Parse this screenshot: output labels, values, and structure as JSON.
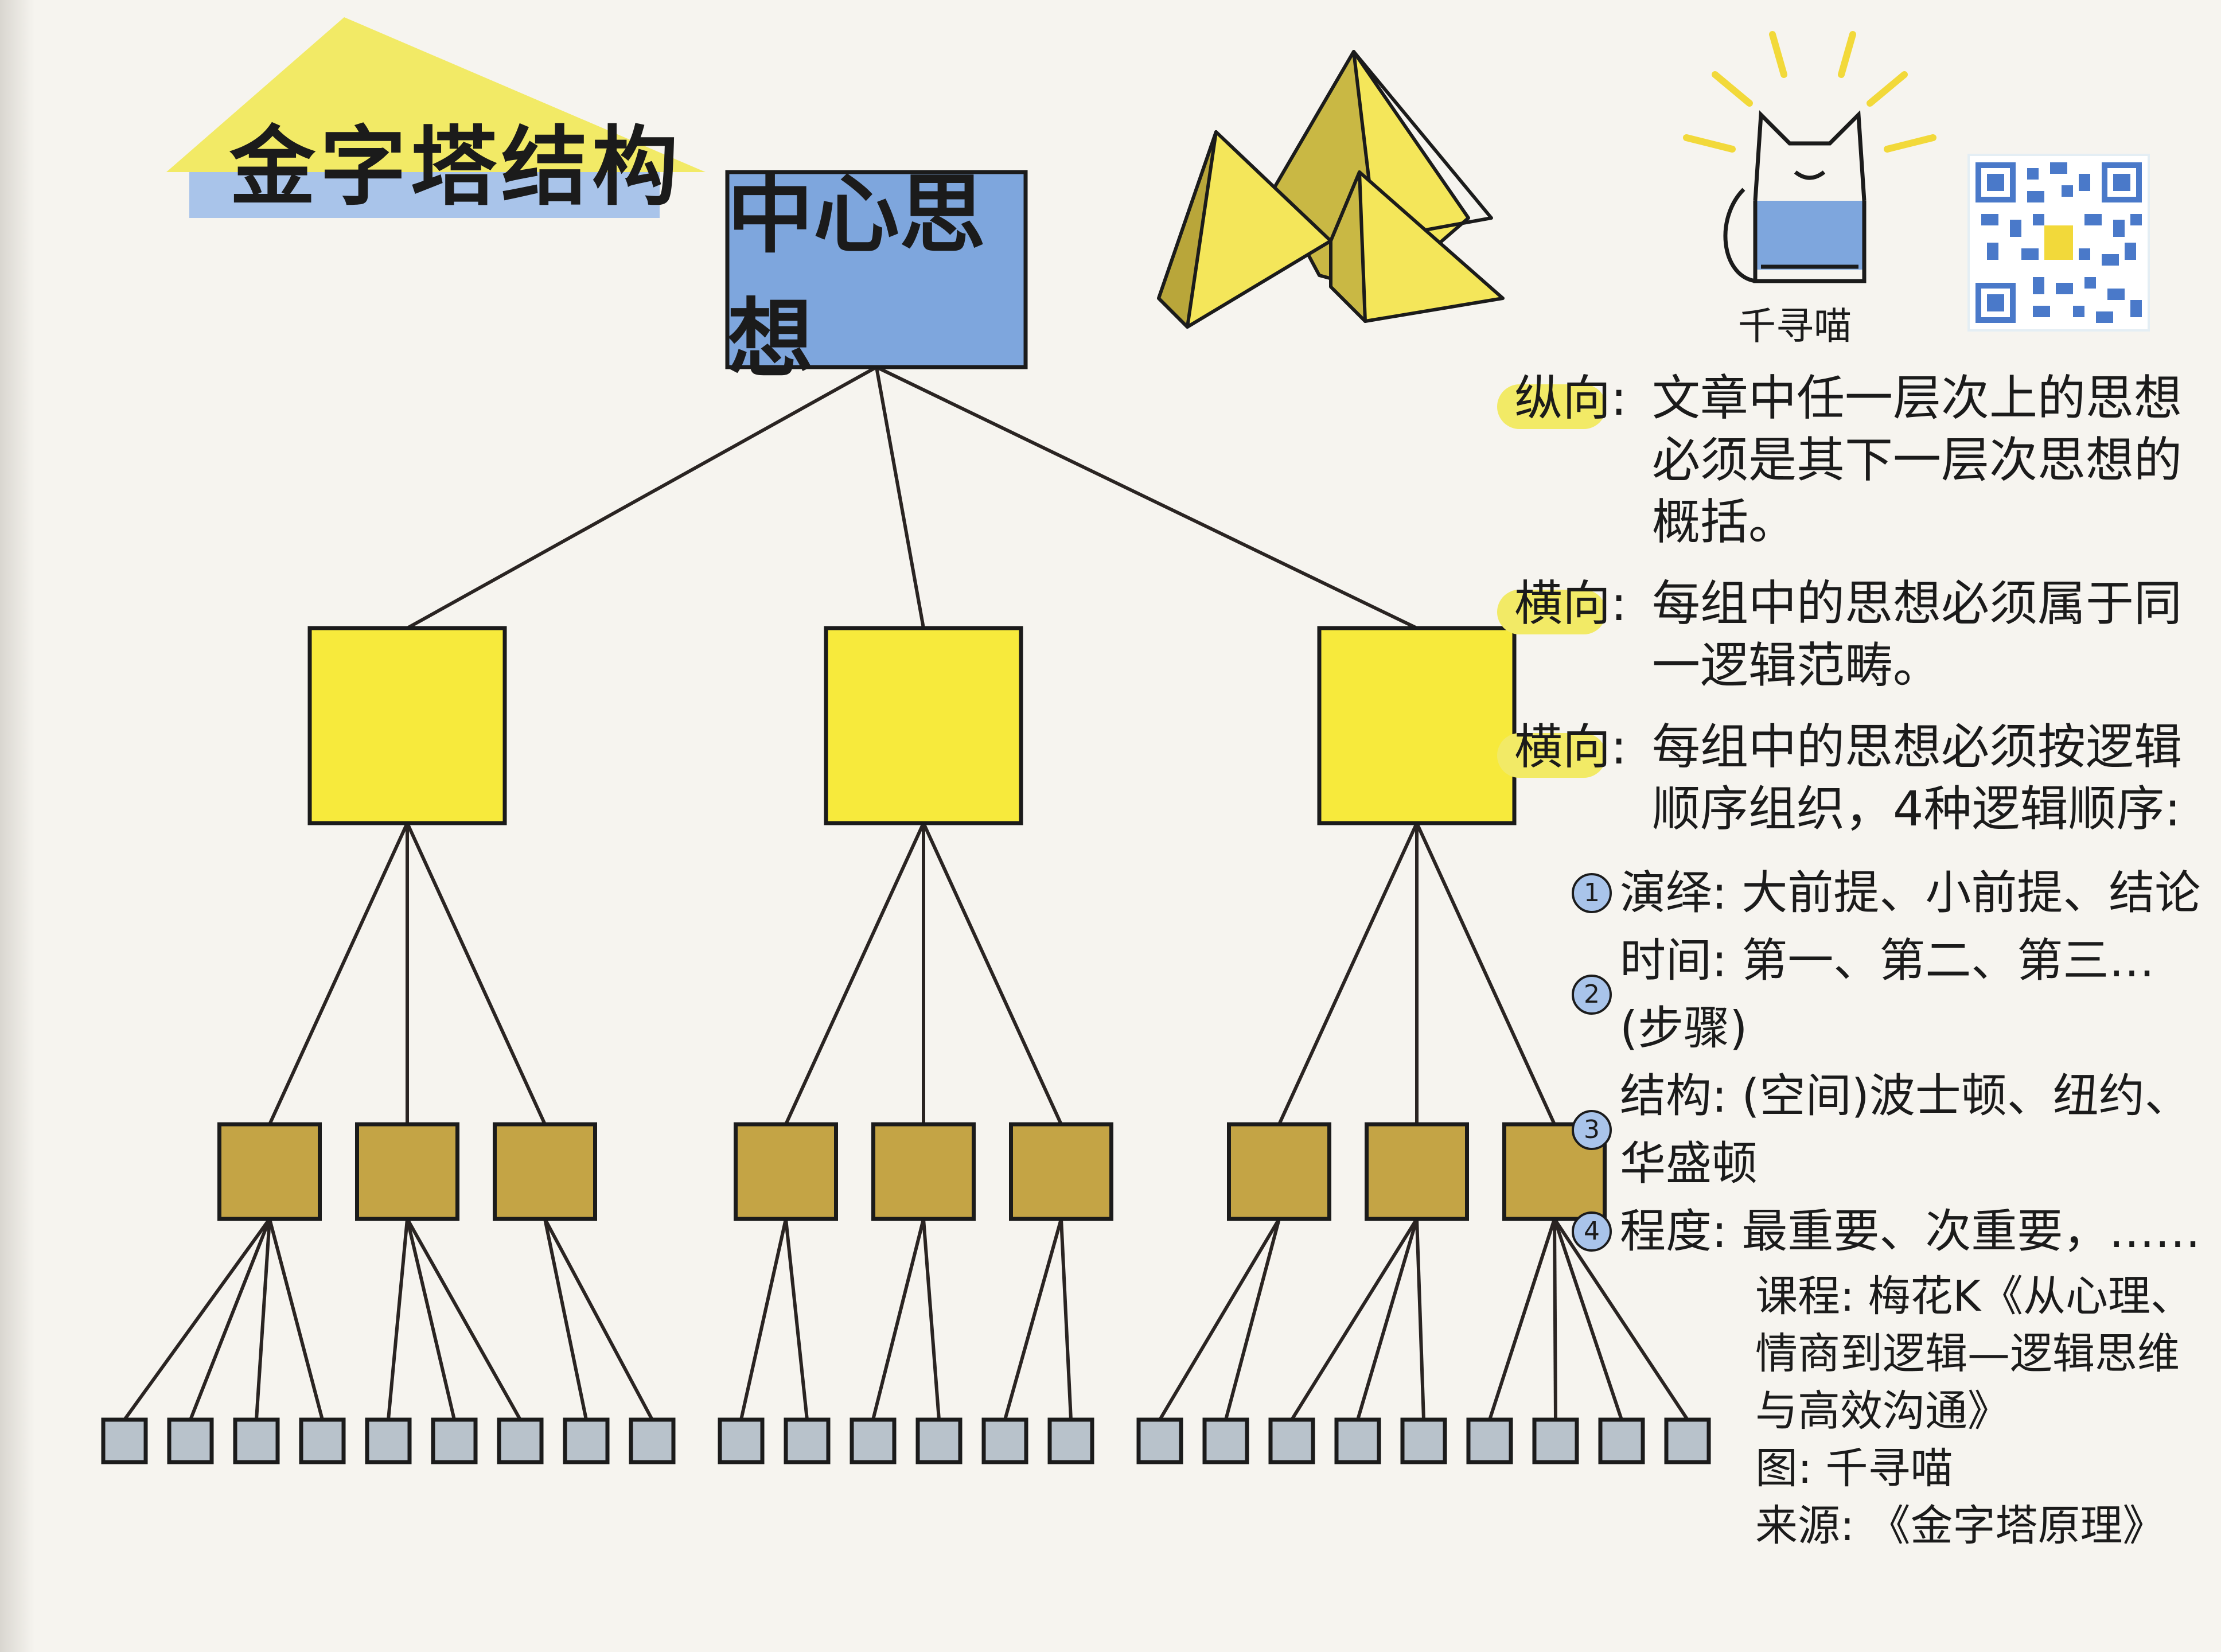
{
  "title": "金字塔结构",
  "diagram": {
    "center_node": "中心思想",
    "level1_count": 3,
    "level2_counts": [
      3,
      3,
      3
    ],
    "level3_counts": [
      [
        4,
        3,
        2
      ],
      [
        2,
        2,
        2
      ],
      [
        2,
        3,
        4
      ]
    ]
  },
  "mascot": {
    "name": "千寻喵"
  },
  "notes": [
    {
      "key": "纵向",
      "text": "文章中任一层次上的思想必须是其下一层次思想的概括。"
    },
    {
      "key": "横向",
      "text": "每组中的思想必须属于同一逻辑范畴。"
    },
    {
      "key": "横向",
      "text": "每组中的思想必须按逻辑顺序组织，4种逻辑顺序:"
    }
  ],
  "logic_orders": [
    {
      "num": "1",
      "text": "演绎: 大前提、小前提、结论"
    },
    {
      "num": "2",
      "text": "时间: 第一、第二、第三…(步骤)"
    },
    {
      "num": "3",
      "text": "结构: (空间)波士顿、纽约、华盛顿"
    },
    {
      "num": "4",
      "text": "程度: 最重要、次重要，……"
    }
  ],
  "credits": {
    "course": "课程: 梅花K《从心理、情商到逻辑—逻辑思维与高效沟通》",
    "illustration": "图: 千寻喵",
    "source": "来源: 《金字塔原理》"
  },
  "colors": {
    "center_fill": "#7ea6dd",
    "level1_fill": "#f7ea3c",
    "level2_fill": "#c4a445",
    "level3_fill": "#b8c2cb",
    "highlight_yellow": "#f2ea66",
    "highlight_blue": "#a9c4ea",
    "outline": "#1b1b1b"
  },
  "icons": [
    "pyramid-illustration",
    "cat-mascot-icon",
    "qr-code"
  ]
}
